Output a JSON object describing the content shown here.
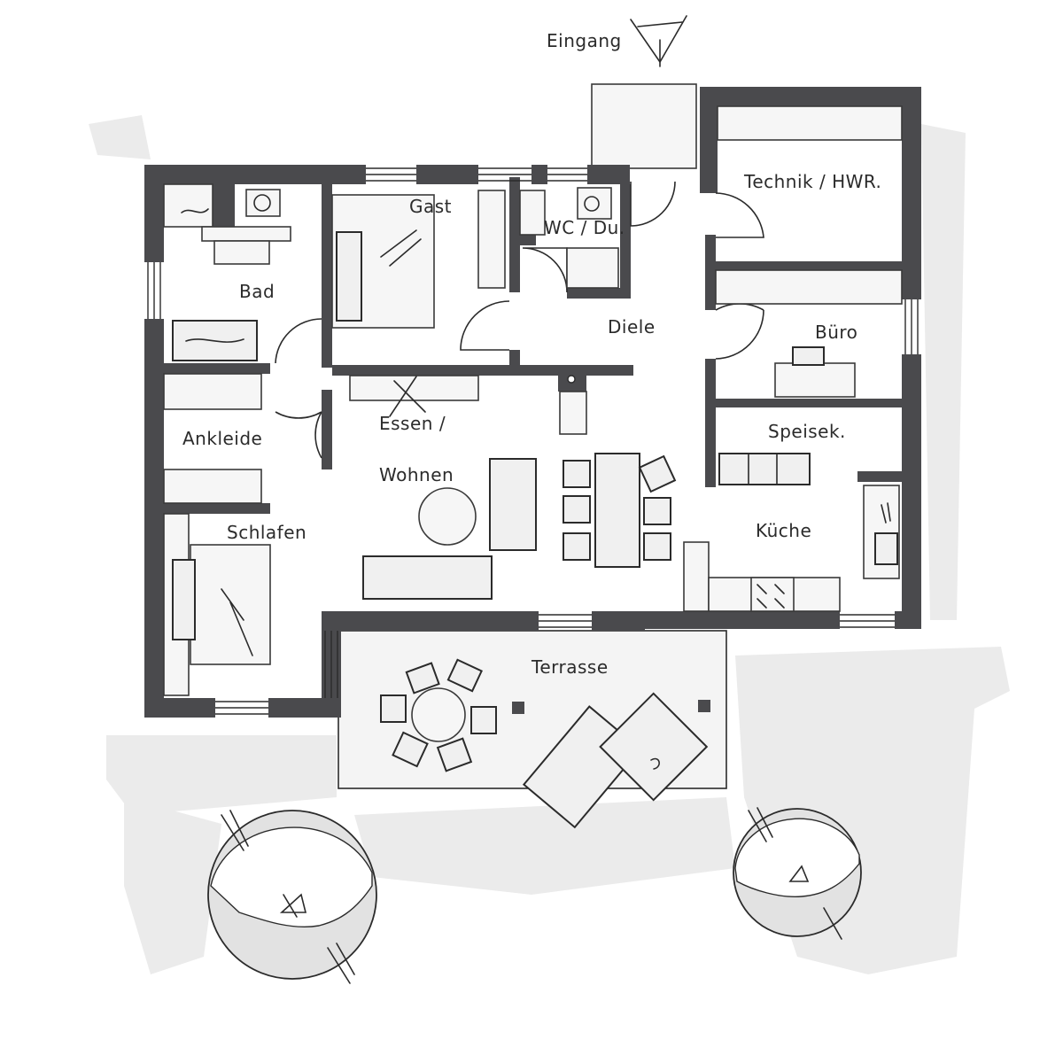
{
  "plan": {
    "entrance_label": "Eingang",
    "rooms": {
      "technik": "Technik / HWR.",
      "gast": "Gast",
      "wc": "WC / Du.",
      "bad": "Bad",
      "diele": "Diele",
      "buero": "Büro",
      "ankleide": "Ankleide",
      "essen_line1": "Essen /",
      "essen_line2": "Wohnen",
      "speisek": "Speisek.",
      "kueche": "Küche",
      "schlafen": "Schlafen",
      "terrasse": "Terrasse"
    }
  }
}
